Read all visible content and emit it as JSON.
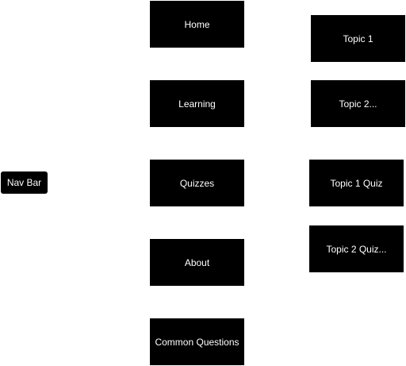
{
  "diagram": {
    "nav_bar": "Nav Bar",
    "pages": {
      "home": "Home",
      "learning": "Learning",
      "quizzes": "Quizzes",
      "about": "About",
      "common_questions": "Common Questions"
    },
    "learning_topics": {
      "topic1": "Topic 1",
      "topic2": "Topic 2..."
    },
    "quiz_topics": {
      "topic1_quiz": "Topic 1 Quiz",
      "topic2_quiz": "Topic 2 Quiz..."
    },
    "colors": {
      "node_fill": "#000000",
      "node_text": "#ffffff",
      "background": "#ffffff"
    }
  }
}
